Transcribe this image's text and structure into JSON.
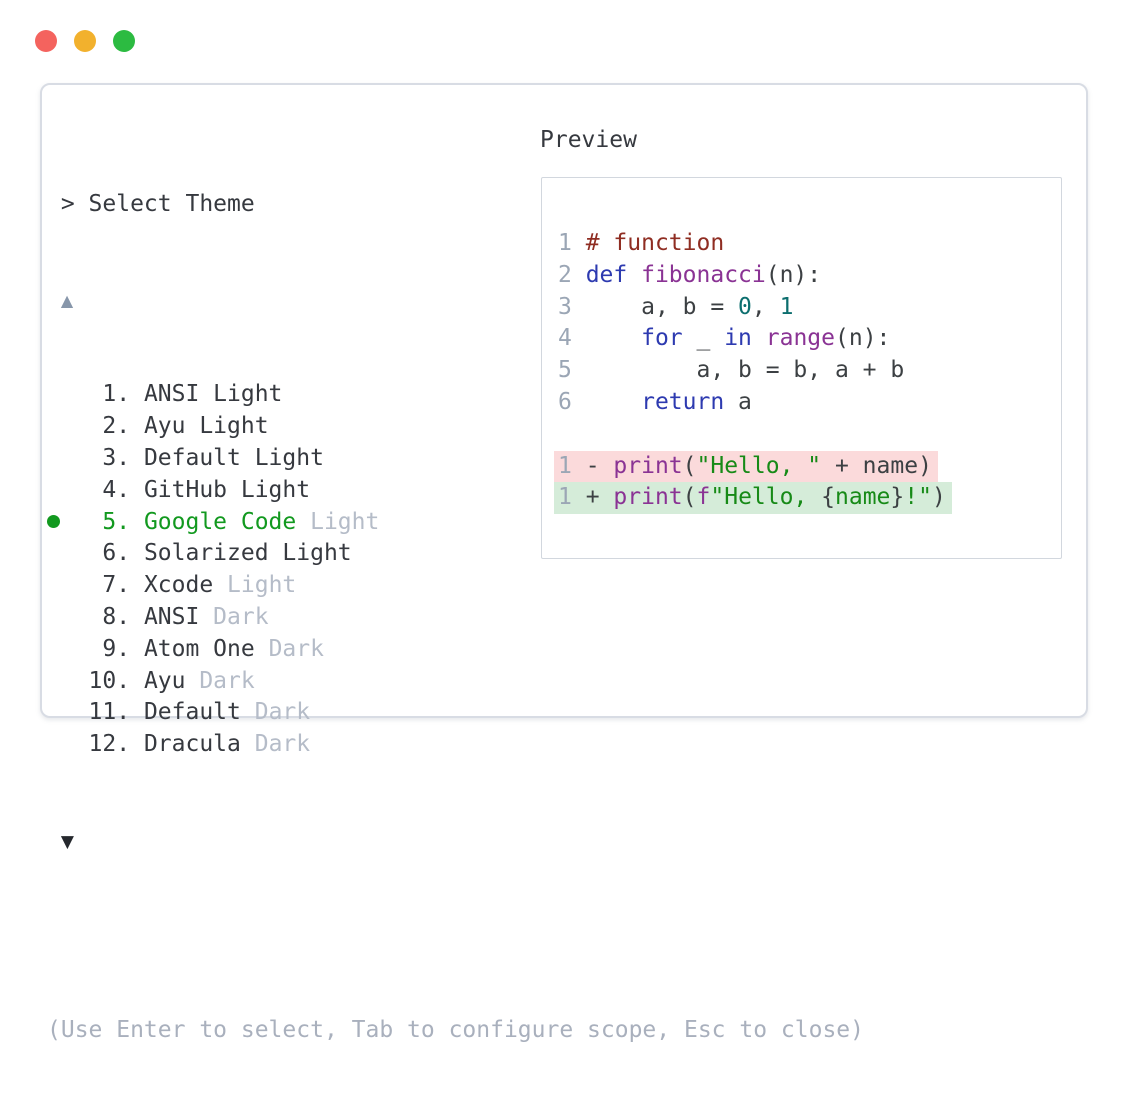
{
  "window": {
    "traffic_lights": [
      {
        "name": "close",
        "color": "#f4635e"
      },
      {
        "name": "minimize",
        "color": "#f2b12d"
      },
      {
        "name": "zoom",
        "color": "#2cbb41"
      }
    ]
  },
  "picker": {
    "header": "> Select Theme",
    "scroll_up_symbol": "▲",
    "scroll_down_symbol": "▼",
    "bullet_symbol": "●",
    "items": [
      {
        "num": "1",
        "name": "ANSI Light",
        "variant": "",
        "selected": false
      },
      {
        "num": "2",
        "name": "Ayu Light",
        "variant": "",
        "selected": false
      },
      {
        "num": "3",
        "name": "Default Light",
        "variant": "",
        "selected": false
      },
      {
        "num": "4",
        "name": "GitHub Light",
        "variant": "",
        "selected": false
      },
      {
        "num": "5",
        "name": "Google Code",
        "variant": "Light",
        "selected": true
      },
      {
        "num": "6",
        "name": "Solarized Light",
        "variant": "",
        "selected": false
      },
      {
        "num": "7",
        "name": "Xcode",
        "variant": "Light",
        "selected": false
      },
      {
        "num": "8",
        "name": "ANSI",
        "variant": "Dark",
        "selected": false
      },
      {
        "num": "9",
        "name": "Atom One",
        "variant": "Dark",
        "selected": false
      },
      {
        "num": "10",
        "name": "Ayu",
        "variant": "Dark",
        "selected": false
      },
      {
        "num": "11",
        "name": "Default",
        "variant": "Dark",
        "selected": false
      },
      {
        "num": "12",
        "name": "Dracula",
        "variant": "Dark",
        "selected": false
      }
    ],
    "help": "(Use Enter to select, Tab to configure scope, Esc to close)"
  },
  "preview": {
    "label": "Preview",
    "code_lines": [
      {
        "num": "1",
        "tokens": [
          [
            "com",
            "# function"
          ]
        ]
      },
      {
        "num": "2",
        "tokens": [
          [
            "kwd",
            "def"
          ],
          [
            "pln",
            " "
          ],
          [
            "typ",
            "fibonacci"
          ],
          [
            "pln",
            "(n):"
          ]
        ]
      },
      {
        "num": "3",
        "tokens": [
          [
            "pln",
            "    a, b = "
          ],
          [
            "lit",
            "0"
          ],
          [
            "pln",
            ", "
          ],
          [
            "lit",
            "1"
          ]
        ]
      },
      {
        "num": "4",
        "tokens": [
          [
            "pln",
            "    "
          ],
          [
            "kwd",
            "for"
          ],
          [
            "pln",
            " _ "
          ],
          [
            "kwd",
            "in"
          ],
          [
            "pln",
            " "
          ],
          [
            "typ",
            "range"
          ],
          [
            "pln",
            "(n):"
          ]
        ]
      },
      {
        "num": "5",
        "tokens": [
          [
            "pln",
            "        a, b = b, a + b"
          ]
        ]
      },
      {
        "num": "6",
        "tokens": [
          [
            "pln",
            "    "
          ],
          [
            "kwd",
            "return"
          ],
          [
            "pln",
            " a"
          ]
        ]
      }
    ],
    "diff_lines": [
      {
        "num": "1",
        "sign": "-",
        "kind": "removed",
        "tokens": [
          [
            "typ",
            "print"
          ],
          [
            "pln",
            "("
          ],
          [
            "str",
            "\"Hello, \""
          ],
          [
            "pln",
            " + name)"
          ]
        ]
      },
      {
        "num": "1",
        "sign": "+",
        "kind": "added",
        "tokens": [
          [
            "typ",
            "print"
          ],
          [
            "pln",
            "("
          ],
          [
            "typ",
            "f"
          ],
          [
            "str",
            "\"Hello, "
          ],
          [
            "pln",
            "{"
          ],
          [
            "str",
            "name"
          ],
          [
            "pln",
            "}"
          ],
          [
            "str",
            "!\""
          ],
          [
            "pln",
            ")"
          ]
        ]
      }
    ]
  },
  "palette": {
    "tl_red": "#f4635e",
    "tl_yellow": "#f2b12d",
    "tl_green": "#2cbb41",
    "window_border": "#d8dce4",
    "preview_border": "#d2d7de",
    "text_dark": "#36393f",
    "muted": "#b5bcc8",
    "help": "#a9b0bd",
    "selected_green": "#12991f",
    "arrow_up": "#8796aa",
    "arrow_down": "#25282d",
    "linenum": "#9ba6b5",
    "com": "#8f2d22",
    "kwd": "#2d3ab0",
    "typ": "#8a3394",
    "lit": "#0c6e6e",
    "str": "#178a17",
    "pln": "#3c4043",
    "removed_bg": "#fbdadb",
    "added_bg": "#d5ecd9"
  }
}
